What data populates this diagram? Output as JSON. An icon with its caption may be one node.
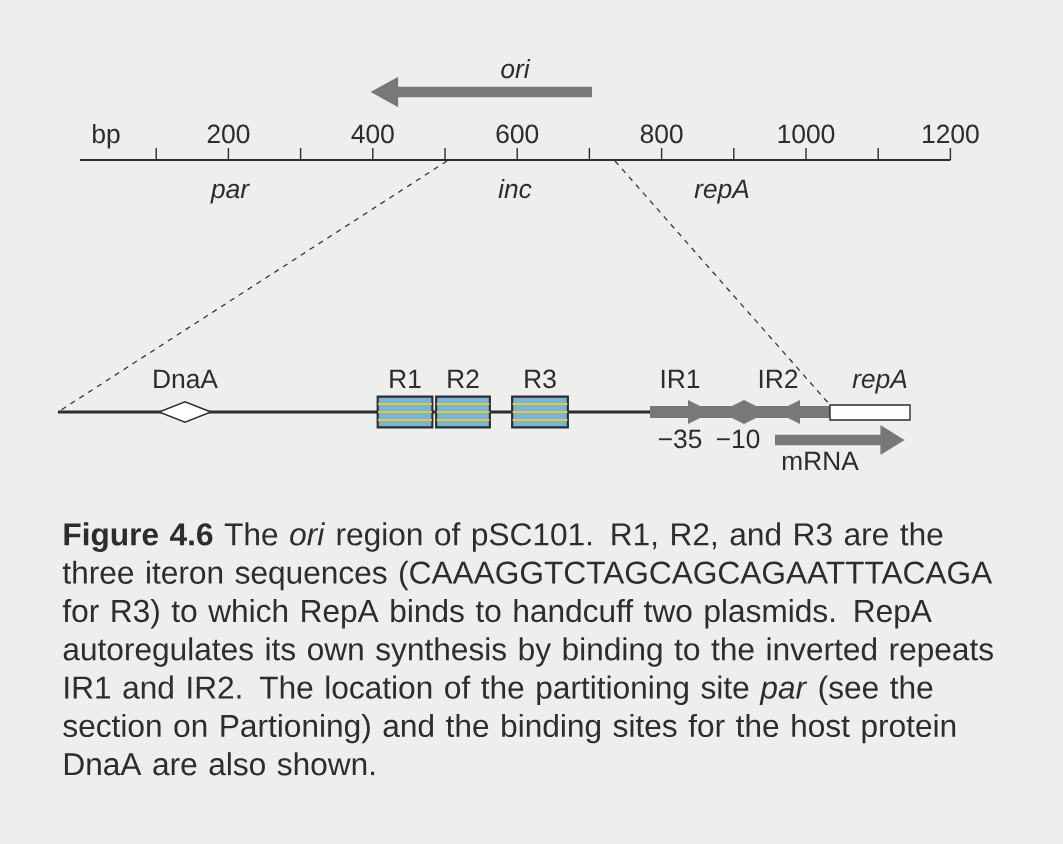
{
  "diagram": {
    "caption": "**Figure 4.6** The *ori* region of pSC101. R1, R2, and R3 are the three iteron sequences (CAAAGGTCTAGCAGCAGAATTTACAGA for R3) to which RepA binds to handcuff two plasmids. RepA autoregulates its own synthesis by binding to the inverted repeats IR1 and IR2. The location of the partitioning site *par* (see the section on Partioning) and the binding sites for the host protein DnaA are also shown.",
    "nodes": [
      {
        "text": [
          "DnaA"
        ]
      },
      {
        "text": [
          "R1"
        ]
      },
      {
        "text": [
          "R2"
        ]
      },
      {
        "text": [
          "R3"
        ]
      }
    ],
    "labels": [
      "ori",
      "bp",
      "200",
      "400",
      "600",
      "800",
      "1000",
      "1200",
      "par",
      "inc",
      "repA",
      "IR1",
      "IR2",
      "repA",
      "−35",
      "−10",
      "mRNA"
    ]
  }
}
